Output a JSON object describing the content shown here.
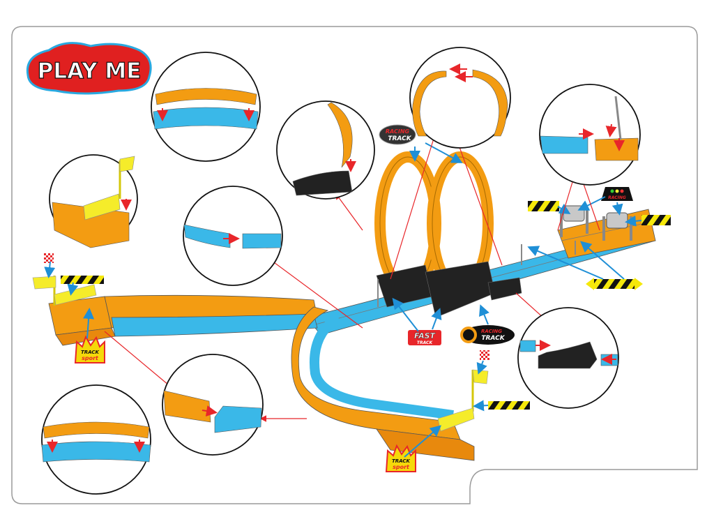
{
  "brand": {
    "logo_text": "PLAY ME",
    "colors": {
      "logo_red": "#e02020",
      "logo_outline": "#29a9e0",
      "logo_letters": "#ffffff"
    }
  },
  "diagram": {
    "type": "toy track assembly instructions",
    "colors": {
      "track_orange": "#f39c12",
      "track_blue": "#3ab8e8",
      "base_black": "#222222",
      "flag_yellow": "#f5ec2a",
      "arrow_red": "#e8262a",
      "arrow_blue": "#1f8fd6",
      "hazard_yellow": "#f5e80a",
      "frame_gray": "#9a9a9a"
    },
    "badges": {
      "racing_track_top": {
        "line1": "RACING",
        "line2": "TRACK"
      },
      "fast_track": {
        "line1": "FAST",
        "line2": "TRACK"
      },
      "racing_track_bottom": {
        "line1": "RACING",
        "line2": "TRACK"
      },
      "track_sport_left": {
        "line1": "TRACK",
        "line2": "sport"
      },
      "track_sport_right": {
        "line1": "TRACK",
        "line2": "sport"
      },
      "racing_lights_sign": {
        "label": "RACING"
      }
    },
    "detail_circles": [
      {
        "id": "curve-clip-top",
        "desc": "Orange curved rail clips onto blue curved track"
      },
      {
        "id": "flag-mount",
        "desc": "Yellow flag barrier inserts into orange start ramp"
      },
      {
        "id": "straight-join",
        "desc": "Blue straight track segments join"
      },
      {
        "id": "loop-base",
        "desc": "Orange loop piece inserts into black loop base"
      },
      {
        "id": "loop-top-join",
        "desc": "Two orange loop halves join at top"
      },
      {
        "id": "sign-mount",
        "desc": "Blue track joins orange track, sign post inserts"
      },
      {
        "id": "base-connect",
        "desc": "Blue track connects to black base on both sides"
      },
      {
        "id": "orange-blue-join",
        "desc": "Orange track joins blue track"
      },
      {
        "id": "curve-clip-bottom",
        "desc": "Orange curved rail clips onto blue curved track"
      }
    ]
  }
}
